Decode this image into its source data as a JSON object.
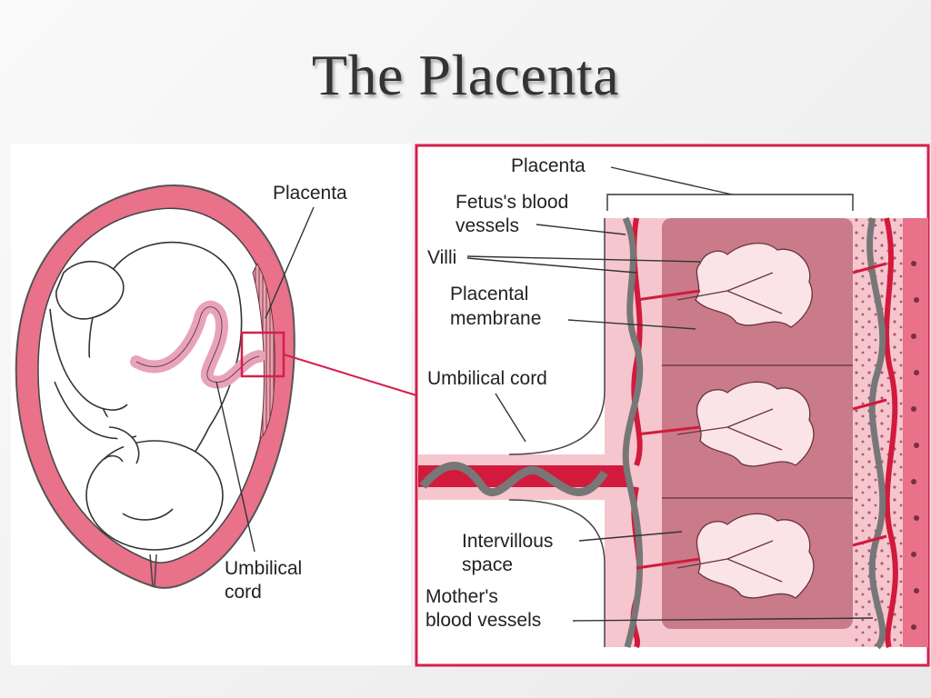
{
  "slide": {
    "title": "The Placenta"
  },
  "left_figure": {
    "labels": {
      "placenta": "Placenta",
      "umbilical_line1": "Umbilical",
      "umbilical_line2": "cord"
    }
  },
  "right_figure": {
    "labels": {
      "placenta": "Placenta",
      "fetus_line1": "Fetus's blood",
      "fetus_line2": "vessels",
      "villi": "Villi",
      "membrane_line1": "Placental",
      "membrane_line2": "membrane",
      "umbilical": "Umbilical cord",
      "intervillous_line1": "Intervillous",
      "intervillous_line2": "space",
      "mother_line1": "Mother's",
      "mother_line2": "blood vessels"
    }
  },
  "colors": {
    "uterus_pink": "#e9718a",
    "highlight_red": "#d61f4d",
    "vessel_red": "#d11a3c",
    "vessel_gray": "#777777",
    "tissue_mauve": "#c97b8a",
    "tissue_light": "#f6c6cf"
  }
}
